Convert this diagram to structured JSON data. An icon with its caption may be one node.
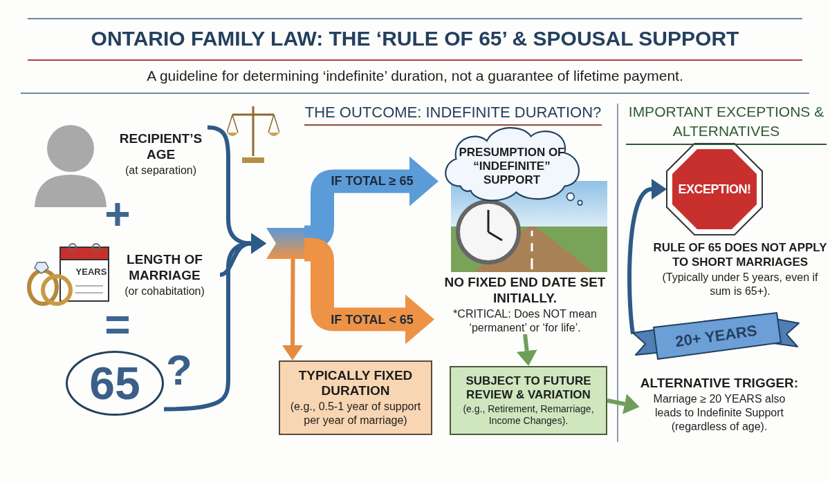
{
  "diagram": {
    "title": "ONTARIO FAMILY LAW: THE ‘RULE OF 65’ & SPOUSAL SUPPORT",
    "nodes": [
      {
        "text": [
          "RECIPIENT’S AGE",
          "(at separation)"
        ]
      },
      {
        "text": [
          "LENGTH OF MARRIAGE",
          "(or cohabitation)"
        ]
      },
      {
        "text": [
          "65"
        ],
        "beside": [
          "?"
        ]
      },
      {
        "text": [],
        "shape": "bar"
      },
      {
        "text": [
          "PRESUMPTION OF “INDEFINITE” SUPPORT"
        ]
      },
      {
        "text": [
          "NO FIXED END DATE SET INITIALLY.",
          "*CRITICAL: Does NOT mean ‘permanent’ or ‘for life’."
        ]
      },
      {
        "text": [
          "TYPICALLY FIXED DURATION",
          "(e.g., 0.5-1 year of support per year of marriage)"
        ]
      },
      {
        "text": [
          "SUBJECT TO FUTURE REVIEW & VARIATION",
          "(e.g., Retirement, Remarriage, Income Changes)."
        ]
      },
      {
        "text": [
          "EXCEPTION!"
        ]
      },
      {
        "text": [
          "RULE OF 65 DOES NOT APPLY TO SHORT MARRIAGES",
          "(Typically under 5 years, even if sum is 65+)."
        ]
      },
      {
        "text": [
          "20+ YEARS"
        ]
      },
      {
        "text": [
          "ALTERNATIVE TRIGGER:",
          "Marriage ≥ 20 YEARS also leads to Indefinite Support (regardless of age)."
        ]
      }
    ],
    "edges": [
      {
        "from": 0,
        "to": 3,
        "arrow": "to"
      },
      {
        "from": 1,
        "to": 3,
        "arrow": "to"
      },
      {
        "from": 2,
        "to": 3,
        "arrow": "to"
      },
      {
        "from": 3,
        "to": 4,
        "arrow": "to",
        "label": "IF TOTAL ≥ 65",
        "style": "thick",
        "color": "#5b9bd8"
      },
      {
        "from": 3,
        "to": 5,
        "arrow": "to",
        "label": "IF TOTAL < 65",
        "style": "thick",
        "color": "#ee9245"
      },
      {
        "from": 3,
        "to": 6,
        "arrow": "to",
        "color": "#e58a3e"
      },
      {
        "from": 5,
        "to": 7,
        "arrow": "to",
        "color": "#6f9e5a"
      },
      {
        "from": 7,
        "to": 11,
        "arrow": "to",
        "color": "#6f9e5a"
      },
      {
        "from": 10,
        "to": 8,
        "arrow": "to"
      }
    ],
    "labels": [
      "A guideline for determining ‘indefinite’ duration, not a guarantee of lifetime payment.",
      "THE OUTCOME: INDEFINITE DURATION?",
      "IMPORTANT EXCEPTIONS & ALTERNATIVES",
      "+",
      "=",
      "YEARS"
    ]
  }
}
